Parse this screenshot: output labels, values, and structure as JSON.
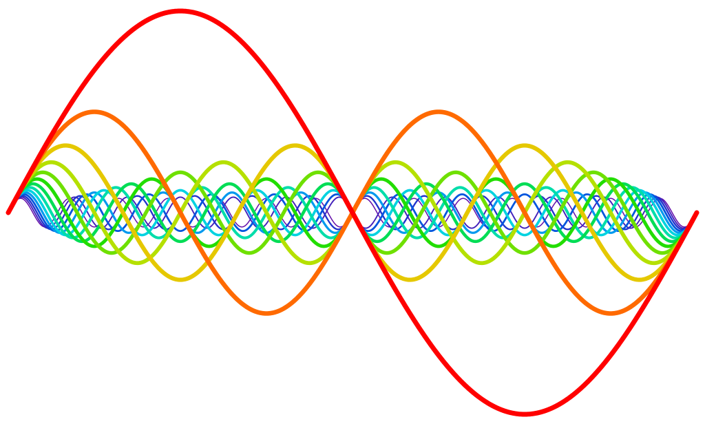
{
  "chart_data": {
    "type": "line",
    "title": "",
    "xlabel": "",
    "ylabel": "",
    "grid": false,
    "legend": "none",
    "background": "#ffffff",
    "x_range": [
      0,
      1
    ],
    "y_range": [
      -1,
      1
    ],
    "series": [
      {
        "harmonic": 1,
        "amplitude": 1.0,
        "color": "#ff0000"
      },
      {
        "harmonic": 2,
        "amplitude": 0.5,
        "color": "#ff6a00"
      },
      {
        "harmonic": 3,
        "amplitude": 0.333,
        "color": "#e5c800"
      },
      {
        "harmonic": 4,
        "amplitude": 0.25,
        "color": "#b5e000"
      },
      {
        "harmonic": 5,
        "amplitude": 0.2,
        "color": "#6fe000"
      },
      {
        "harmonic": 6,
        "amplitude": 0.167,
        "color": "#22dd00"
      },
      {
        "harmonic": 7,
        "amplitude": 0.143,
        "color": "#00dd55"
      },
      {
        "harmonic": 8,
        "amplitude": 0.125,
        "color": "#00ddaa"
      },
      {
        "harmonic": 9,
        "amplitude": 0.111,
        "color": "#00d2e0"
      },
      {
        "harmonic": 10,
        "amplitude": 0.1,
        "color": "#0099ee"
      },
      {
        "harmonic": 11,
        "amplitude": 0.091,
        "color": "#0055dd"
      },
      {
        "harmonic": 12,
        "amplitude": 0.083,
        "color": "#2233cc"
      },
      {
        "harmonic": 13,
        "amplitude": 0.077,
        "color": "#4422bb"
      },
      {
        "harmonic": 14,
        "amplitude": 0.071,
        "color": "#6611aa"
      }
    ]
  }
}
